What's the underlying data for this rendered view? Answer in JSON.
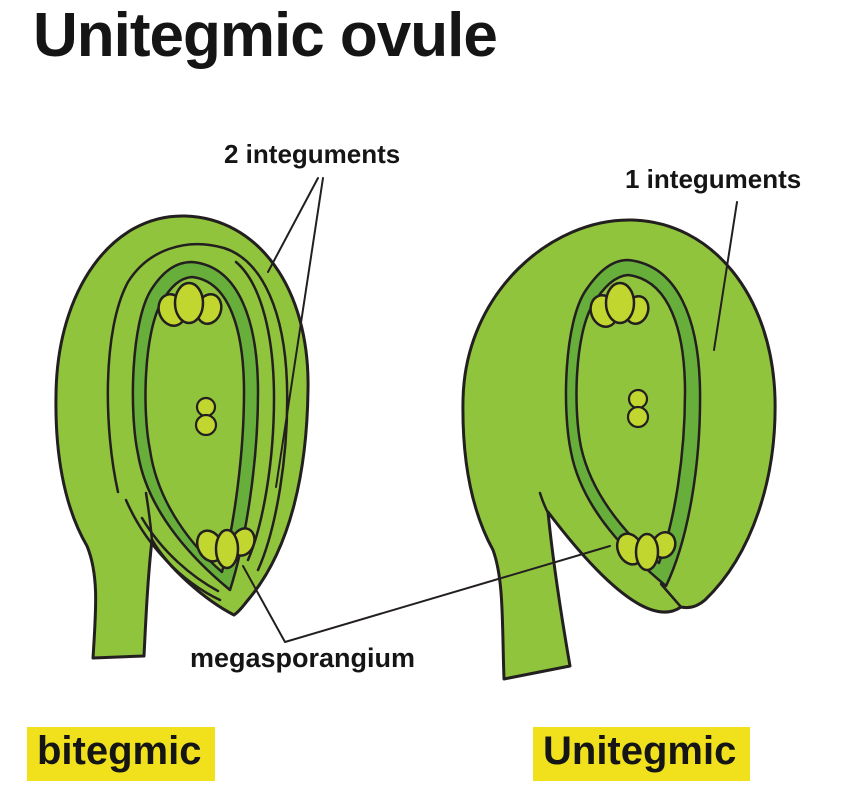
{
  "title": "Unitegmic ovule",
  "labels": {
    "left_integuments": "2 integuments",
    "right_integuments": "1 integuments",
    "megasporangium": "megasporangium",
    "left_caption": "bitegmic",
    "right_caption": "Unitegmic"
  },
  "colors": {
    "body_green": "#90c43c",
    "ring_green": "#67ae3a",
    "lobe_yellow_green": "#c1d62f",
    "highlight_yellow": "#f0e11c",
    "outline_black": "#231f20",
    "text_black": "#151515",
    "background": "#ffffff"
  }
}
